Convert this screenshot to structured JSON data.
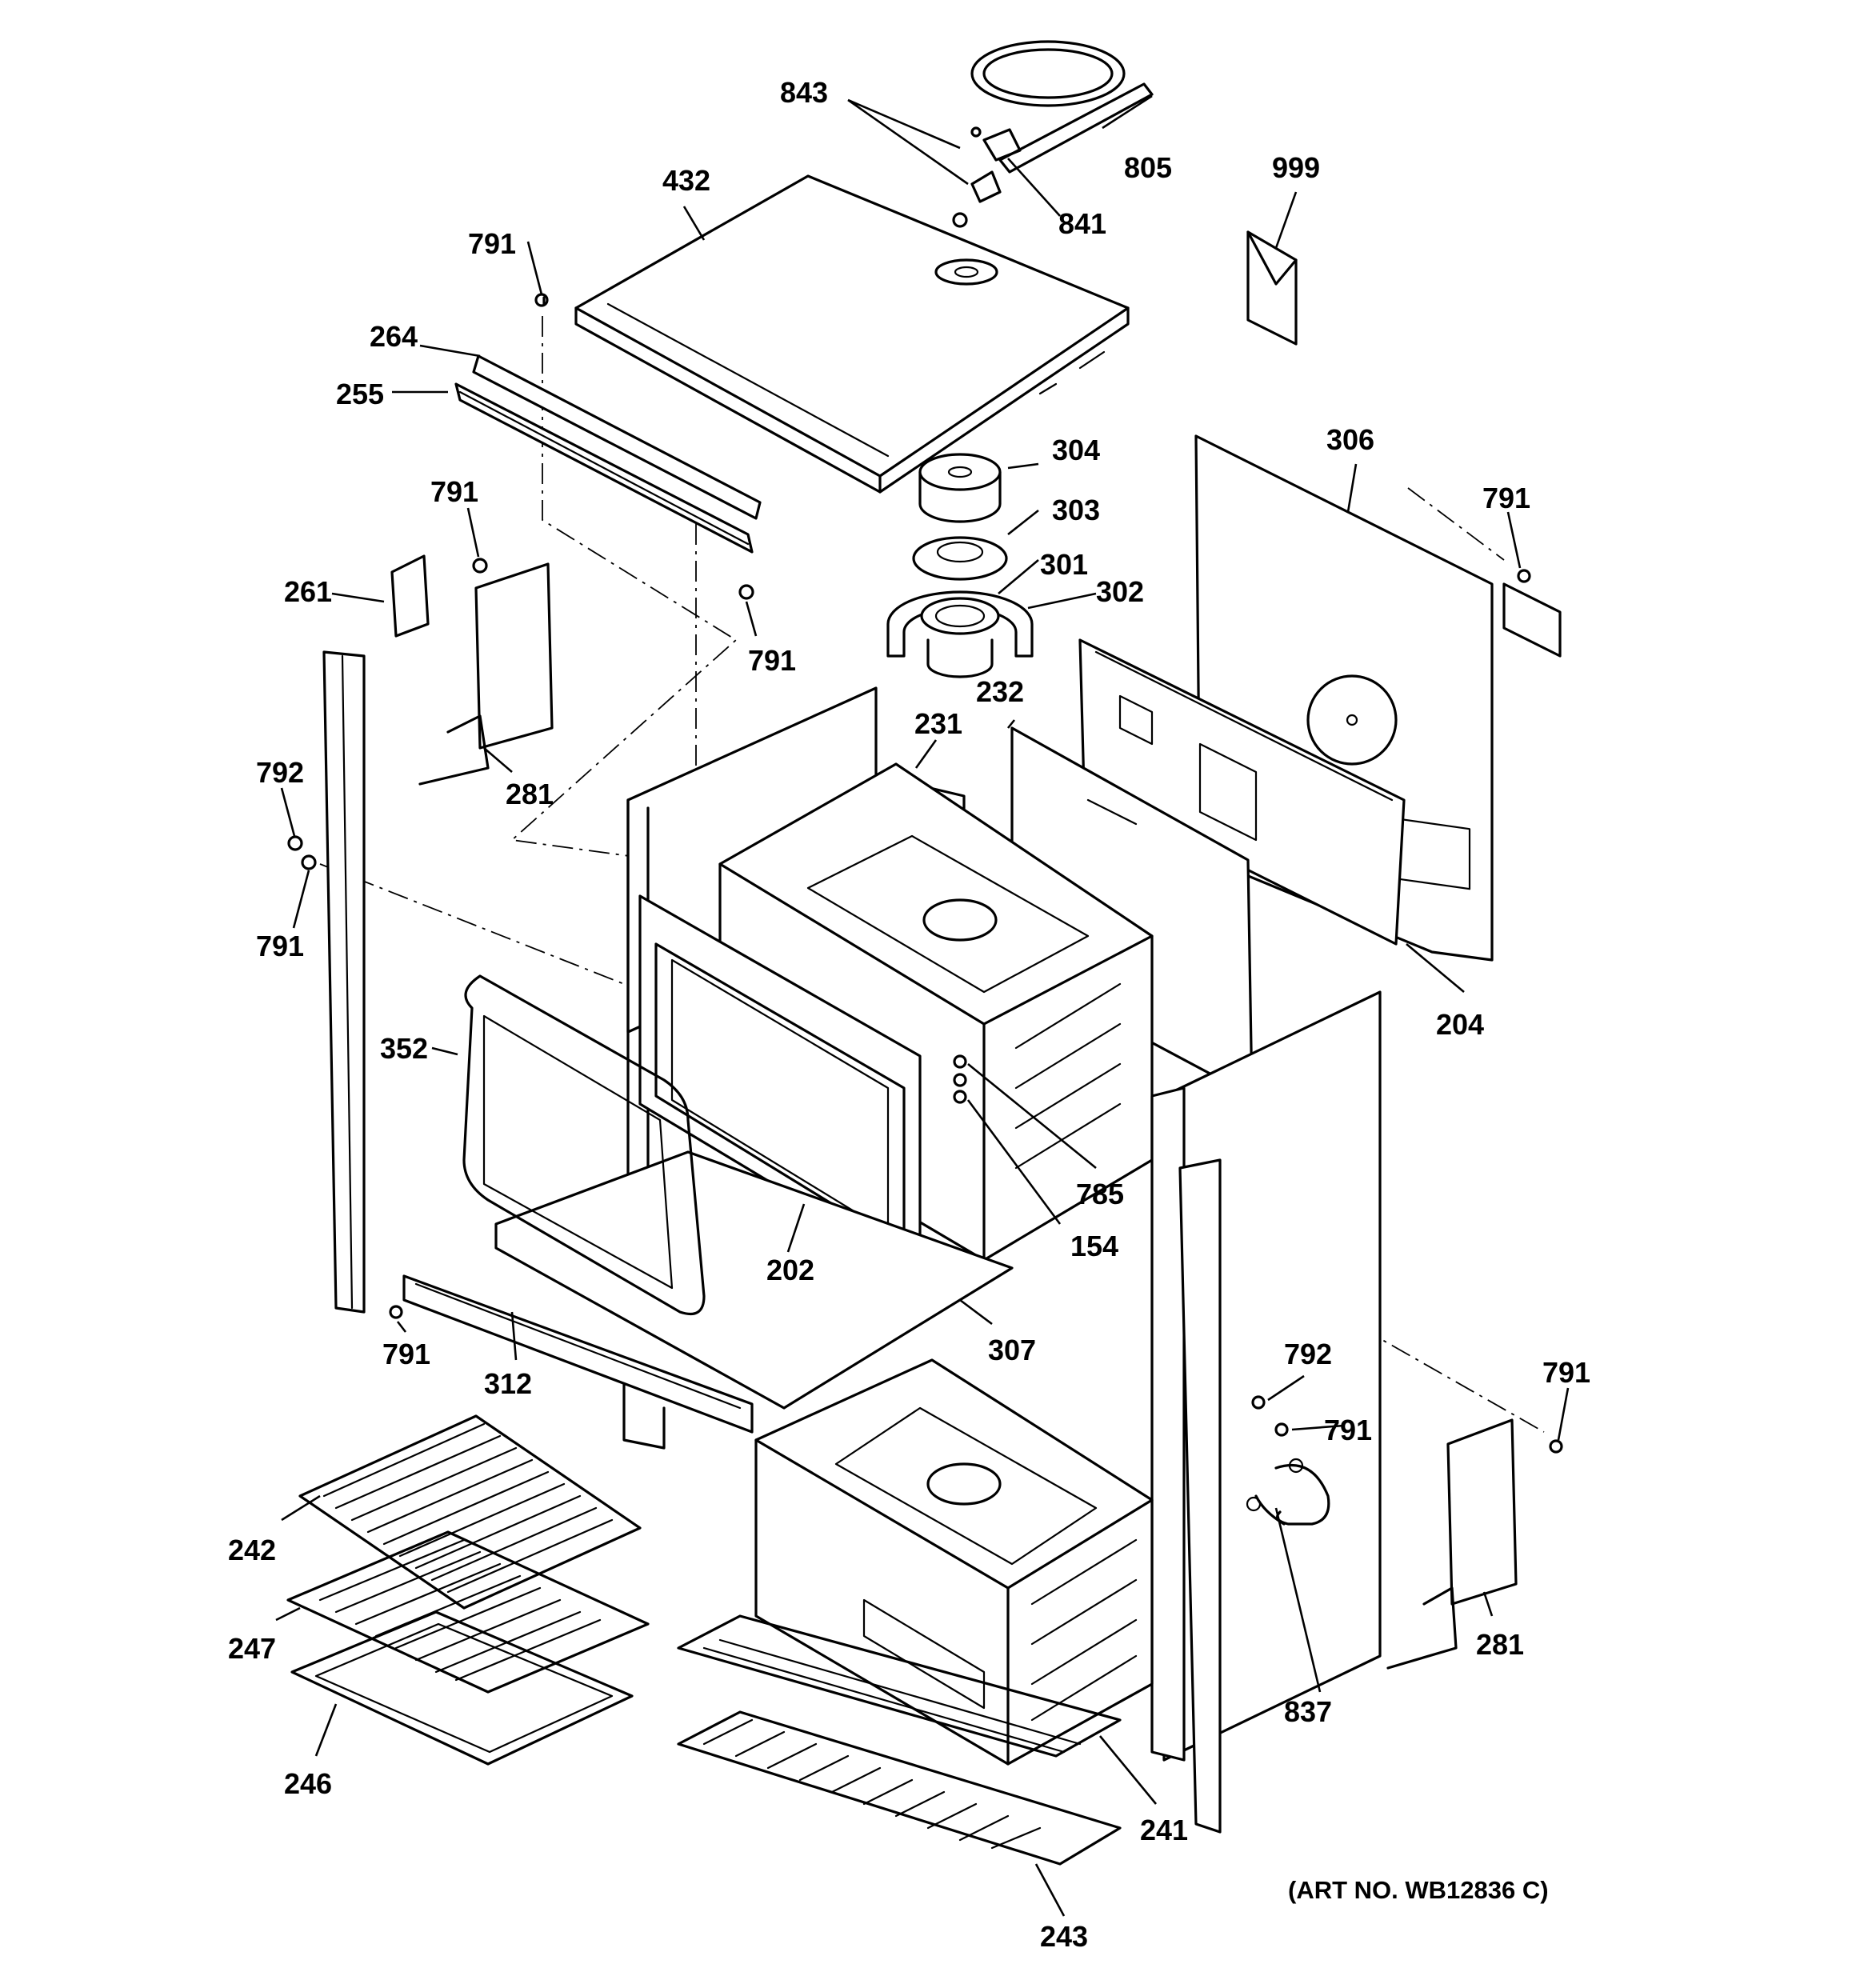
{
  "diagram": {
    "art_number": "(ART NO. WB12836 C)",
    "callouts": {
      "p843": "843",
      "p805": "805",
      "p841": "841",
      "p999": "999",
      "p432": "432",
      "p791_top": "791",
      "p264": "264",
      "p255": "255",
      "p304": "304",
      "p303": "303",
      "p301": "301",
      "p302": "302",
      "p306": "306",
      "p791_right_top": "791",
      "p791_hinge_top": "791",
      "p791_hinge_bottom": "791",
      "p261": "261",
      "p281_left": "281",
      "p232": "232",
      "p231": "231",
      "p792_left": "792",
      "p791_left": "791",
      "p204": "204",
      "p352": "352",
      "p785": "785",
      "p154": "154",
      "p202": "202",
      "p307": "307",
      "p791_bottom_left": "791",
      "p312": "312",
      "p792_right": "792",
      "p791_right_mid": "791",
      "p791_right_far": "791",
      "p242": "242",
      "p247": "247",
      "p246": "246",
      "p281_right": "281",
      "p837": "837",
      "p241": "241",
      "p243": "243"
    }
  }
}
